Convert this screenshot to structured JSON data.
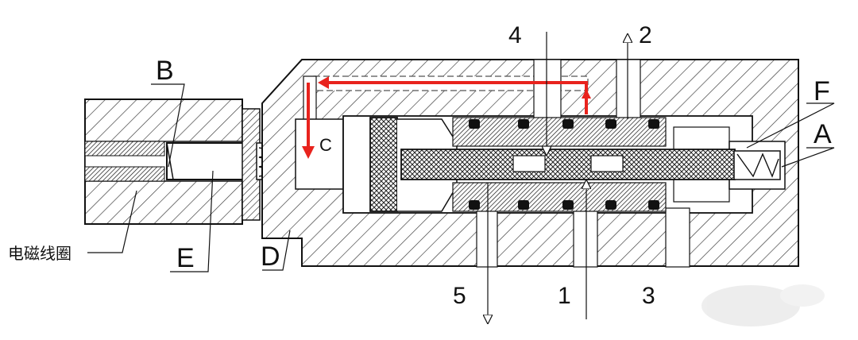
{
  "labels": {
    "B": "B",
    "C": "C",
    "D": "D",
    "E": "E",
    "F": "F",
    "A": "A",
    "coil": "电磁线圈",
    "port1": "1",
    "port2": "2",
    "port3": "3",
    "port4": "4",
    "port5": "5"
  },
  "colors": {
    "outline": "#111111",
    "hatch": "#333333",
    "flow_arrow": "#e8231d",
    "background": "#ffffff"
  }
}
